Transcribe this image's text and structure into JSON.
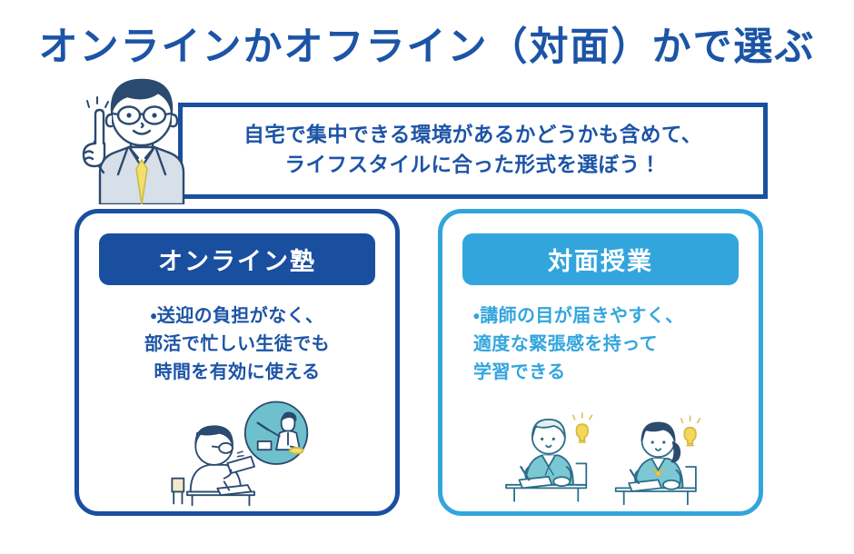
{
  "page": {
    "title": "オンラインかオフライン（対面）かで選ぶ",
    "background_color": "#ffffff",
    "primary_color": "#1c54a6",
    "accent_color": "#33a5dd"
  },
  "callout": {
    "line1": "自宅で集中できる環境があるかどうかも含めて、",
    "line2": "ライフスタイルに合った形式を選ぼう！",
    "border_color": "#1a4fa0",
    "text_color": "#1c54a6"
  },
  "character": {
    "name": "teacher-pointing-up",
    "hair_color": "#2b4a6f",
    "suit_color": "#d7dfe8",
    "tie_color": "#f2e06a",
    "skin_color": "#ffffff"
  },
  "cards": [
    {
      "id": "online",
      "header": "オンライン塾",
      "header_color": "#1a4fa0",
      "border_color": "#1a4fa0",
      "text_color": "#1c54a6",
      "bullet_lines": [
        "・送迎の負担がなく、",
        "部活で忙しい生徒でも",
        "時間を有効に使える"
      ],
      "illustration": "student-online-lesson-screen"
    },
    {
      "id": "offline",
      "header": "対面授業",
      "header_color": "#33a5dd",
      "border_color": "#33a5dd",
      "text_color": "#33a5dd",
      "bullet_lines": [
        "・講師の目が届きやすく、",
        "適度な緊張感を持って",
        "学習できる"
      ],
      "illustration": "two-students-at-desks"
    }
  ]
}
